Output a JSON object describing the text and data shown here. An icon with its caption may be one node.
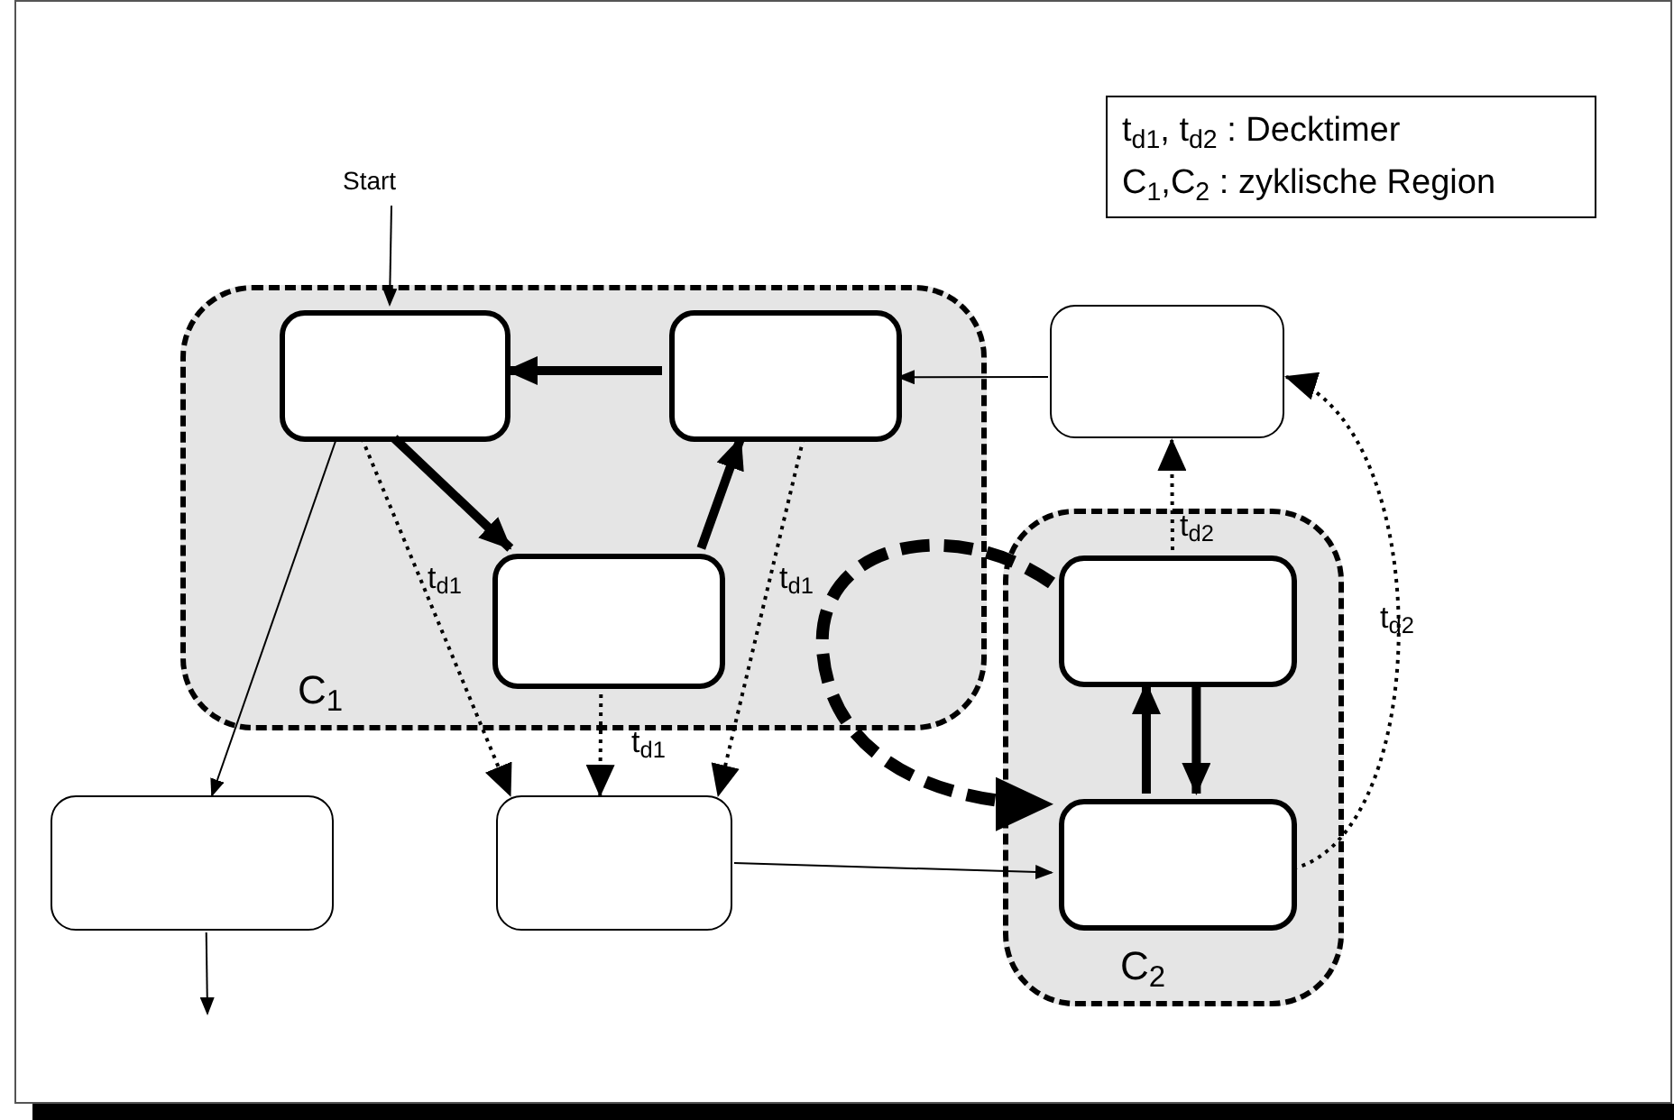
{
  "diagram": {
    "nodes": [
      {
        "text": [
          "C$_{1}$"
        ]
      },
      {
        "text": [],
        "shape": "box",
        "in": 0
      },
      {
        "text": [],
        "shape": "box",
        "in": 0
      },
      {
        "text": [],
        "shape": "box",
        "in": 0
      },
      {
        "text": [
          "Start"
        ]
      },
      {
        "text": [
          "C$_{2}$"
        ]
      },
      {
        "text": [],
        "shape": "box",
        "in": 5
      },
      {
        "text": [],
        "shape": "box",
        "in": 5
      },
      {
        "text": [],
        "shape": "box"
      },
      {
        "text": [],
        "shape": "box"
      },
      {
        "text": [],
        "shape": "box"
      }
    ],
    "edges": [
      {
        "from": 4,
        "to": 1,
        "arrow": "to"
      },
      {
        "from": 2,
        "to": 1,
        "arrow": "to",
        "style": "thick"
      },
      {
        "from": 1,
        "to": 3,
        "arrow": "to",
        "style": "thick"
      },
      {
        "from": 3,
        "to": 2,
        "arrow": "to",
        "style": "thick"
      },
      {
        "from": 8,
        "to": 2,
        "arrow": "to"
      },
      {
        "from": 1,
        "to": 9,
        "arrow": "to"
      },
      {
        "from": 9,
        "to": null,
        "arrow": "to"
      },
      {
        "from": 1,
        "to": 10,
        "arrow": "to",
        "style": "dashed",
        "label": "t$_{d1}$"
      },
      {
        "from": 3,
        "to": 10,
        "arrow": "to",
        "style": "dashed",
        "label": "t$_{d1}$"
      },
      {
        "from": 2,
        "to": 10,
        "arrow": "to",
        "style": "dashed",
        "label": "t$_{d1}$"
      },
      {
        "from": 10,
        "to": 7,
        "arrow": "to"
      },
      {
        "from": 6,
        "to": 8,
        "arrow": "to",
        "style": "dashed",
        "label": "t$_{d2}$"
      },
      {
        "from": 7,
        "to": 8,
        "arrow": "to",
        "style": "dashed",
        "label": "t$_{d2}$"
      },
      {
        "from": 7,
        "to": 6,
        "arrow": "to",
        "style": "thick"
      },
      {
        "from": 6,
        "to": 7,
        "arrow": "to",
        "style": "thick"
      },
      {
        "from": 6,
        "to": 7,
        "arrow": "to",
        "style": "dashed"
      }
    ],
    "labels": [
      "t$_{d1}$, t$_{d2}$ : Decktimer",
      "C$_{1}$,C$_{2}$ : zyklische Region"
    ]
  }
}
